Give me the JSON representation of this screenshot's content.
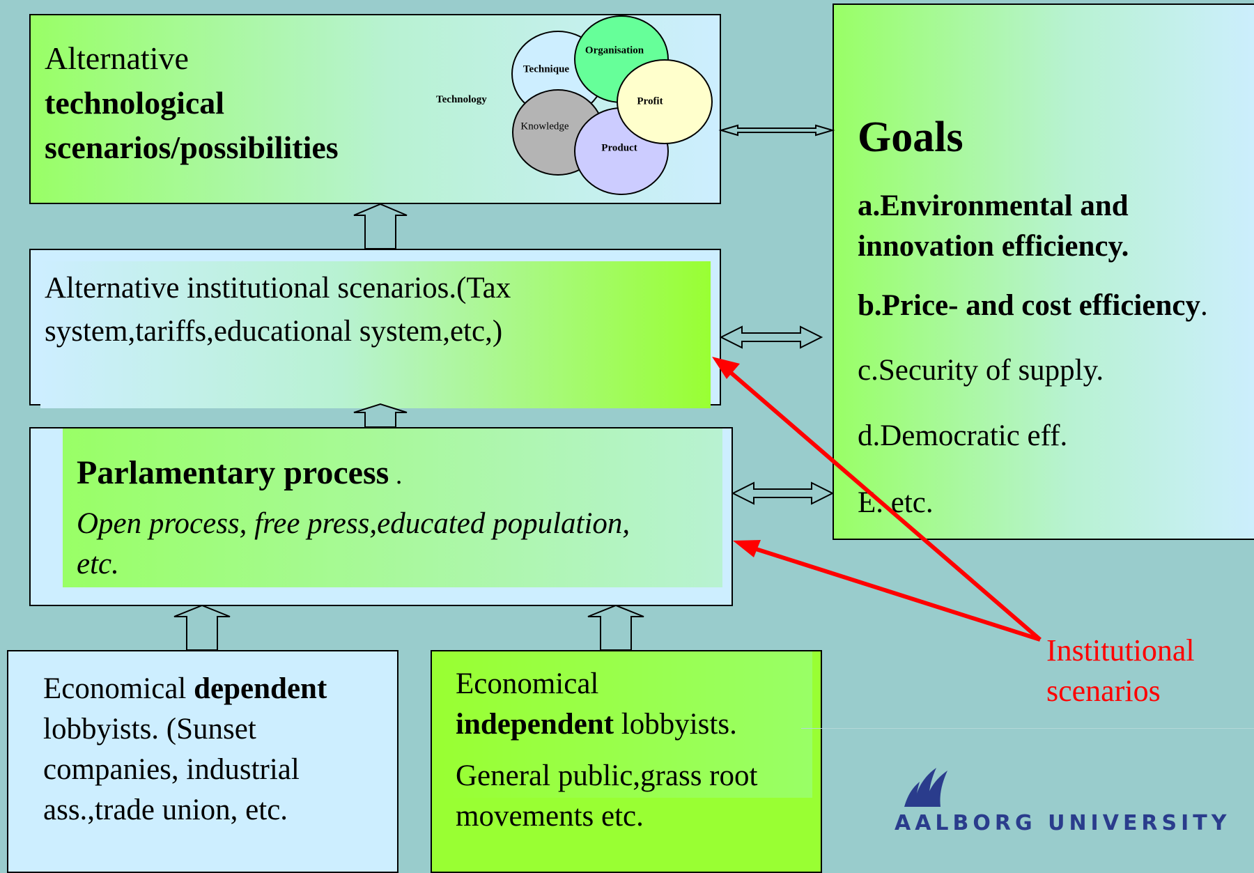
{
  "tech": {
    "line1": "Alternative",
    "line2": "technological",
    "line3": "scenarios/possibilities",
    "technology_label": "Technology",
    "circles": {
      "technique": "Technique",
      "organisation": "Organisation",
      "profit": "Profit",
      "knowledge": "Knowledge",
      "product": "Product"
    }
  },
  "institutional": {
    "line1": "Alternative institutional scenarios.(Tax",
    "line2": "system,tariffs,educational system,etc,)"
  },
  "parliament": {
    "title": "Parlamentary process",
    "title_suffix": " .",
    "sub1": "Open process, free press,educated population,",
    "sub2": "etc."
  },
  "goals": {
    "title": "Goals",
    "a1": "a.Environmental and",
    "a2": "innovation efficiency.",
    "b": "b.Price- and cost efficiency",
    "b_suffix": ".",
    "c": "c.Security of supply.",
    "d": "d.Democratic eff.",
    "e": "E. etc."
  },
  "dependent": {
    "prefix": "Economical ",
    "bold": "dependent",
    "line2": "lobbyists. (Sunset",
    "line3": "companies, industrial",
    "line4": "ass.,trade union, etc."
  },
  "independent": {
    "line1": "Economical",
    "bold": "independent",
    "rest": " lobbyists.",
    "line3": "General public,grass root",
    "line4": "movements etc."
  },
  "annotation": {
    "line1": "Institutional",
    "line2": "scenarios",
    "color": "#ff0000"
  },
  "logo": {
    "text": "AALBORG UNIVERSITY"
  },
  "colors": {
    "background": "#99cccc",
    "green": "#99ff33",
    "light_blue": "#cdeeff",
    "arrow_red": "#ff0000"
  }
}
